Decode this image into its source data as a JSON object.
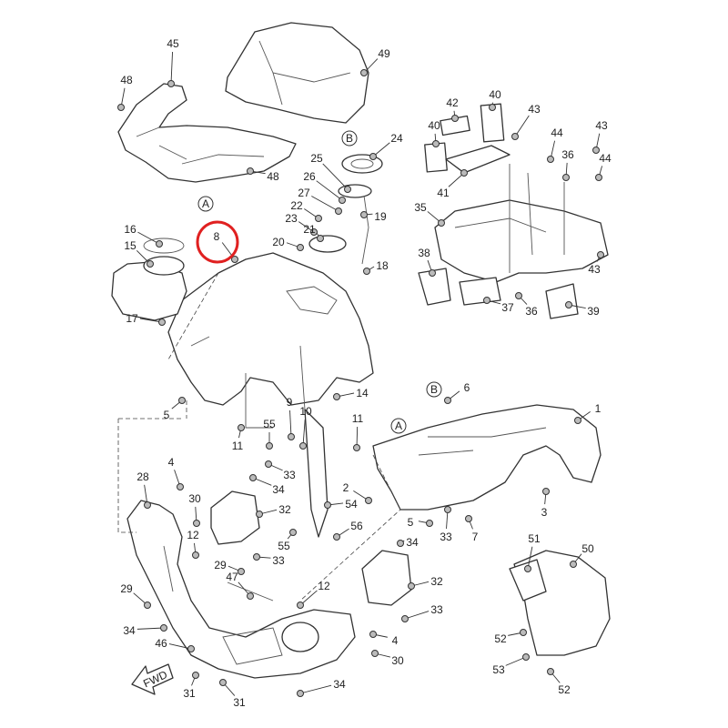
{
  "title": "Exploded parts diagram - front fender / body panels",
  "highlight": {
    "label": "8",
    "color": "#e02020"
  },
  "fwd_label": "FWD",
  "ref_markers": [
    "A",
    "B",
    "B",
    "A"
  ],
  "callouts": [
    "45",
    "49",
    "48",
    "48",
    "24",
    "25",
    "26",
    "27",
    "22",
    "23",
    "21",
    "20",
    "19",
    "18",
    "16",
    "15",
    "8",
    "17",
    "5",
    "11",
    "9",
    "10",
    "55",
    "14",
    "11",
    "33",
    "34",
    "32",
    "28",
    "4",
    "30",
    "12",
    "29",
    "33",
    "47",
    "55",
    "56",
    "54",
    "2",
    "12",
    "34",
    "32",
    "33",
    "4",
    "30",
    "34",
    "31",
    "31",
    "46",
    "34",
    "29",
    "40",
    "42",
    "40",
    "43",
    "43",
    "44",
    "36",
    "44",
    "41",
    "35",
    "38",
    "37",
    "36",
    "39",
    "43",
    "6",
    "1",
    "5",
    "33",
    "7",
    "3",
    "51",
    "50",
    "52",
    "53",
    "52"
  ]
}
